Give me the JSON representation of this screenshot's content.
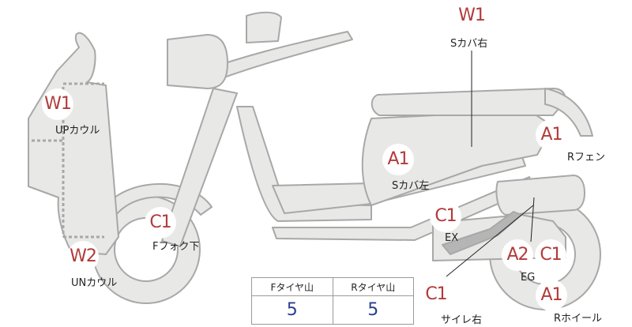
{
  "markers": [
    {
      "id": "w1-s-cover-right",
      "code": "W1",
      "label": "Sカバ右"
    },
    {
      "id": "w1-up-cowl",
      "code": "W1",
      "label": "UPカウル"
    },
    {
      "id": "a1-r-fender",
      "code": "A1",
      "label": "Rフェン"
    },
    {
      "id": "a1-s-cover-left",
      "code": "A1",
      "label": "Sカバ左"
    },
    {
      "id": "c1-f-fork-lower",
      "code": "C1",
      "label": "Fフォク下"
    },
    {
      "id": "c1-ex",
      "code": "C1",
      "label": "EX"
    },
    {
      "id": "w2-un-cowl",
      "code": "W2",
      "label": "UNカウル"
    },
    {
      "id": "a2-eg",
      "code": "A2",
      "label": "EG"
    },
    {
      "id": "c1-eg",
      "code": "C1",
      "label": ""
    },
    {
      "id": "c1-silencer-right",
      "code": "C1",
      "label": "サイレ右"
    },
    {
      "id": "a1-r-wheel",
      "code": "A1",
      "label": "Rホイール"
    }
  ],
  "tire_table": {
    "headers": [
      "Fタイヤ山",
      "Rタイヤ山"
    ],
    "values": [
      "5",
      "5"
    ]
  },
  "colors": {
    "fill": "#e8e8e6",
    "stroke": "#a8a8a8",
    "code": "#b23a3a",
    "value": "#2a3f8f"
  }
}
